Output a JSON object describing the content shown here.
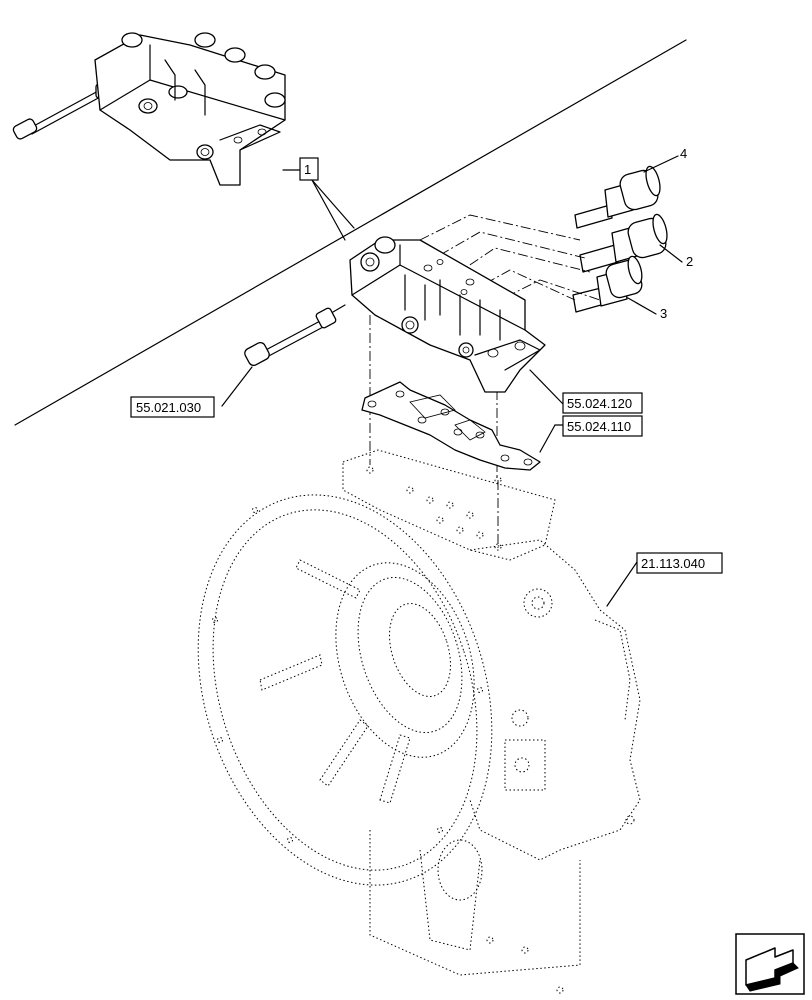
{
  "callouts": {
    "item_1": "1",
    "item_2": "2",
    "item_3": "3",
    "item_4": "4",
    "ref_harness": "55.021.030",
    "ref_valve_block": "55.024.120",
    "ref_gasket": "55.024.110",
    "ref_housing": "21.113.040"
  },
  "icons": {
    "nav": "next-page-arrow-icon"
  }
}
